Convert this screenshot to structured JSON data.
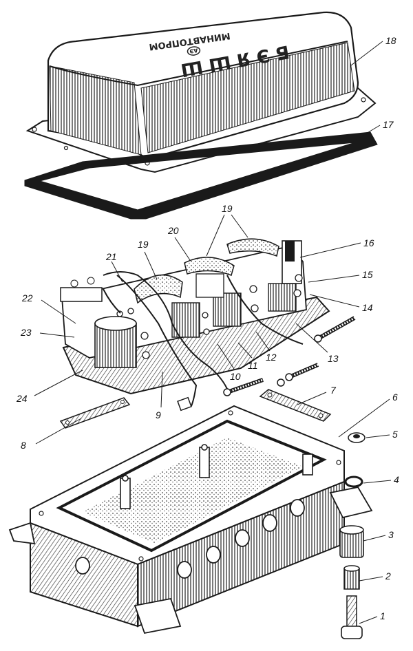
{
  "cover": {
    "maker_text": "МИНАВТОПРОМ",
    "logo_text": "АЭ",
    "model_text": "Б Э Я Ш Ш"
  },
  "callouts": [
    "1",
    "2",
    "3",
    "4",
    "5",
    "6",
    "7",
    "8",
    "9",
    "10",
    "11",
    "12",
    "13",
    "14",
    "15",
    "16",
    "17",
    "18",
    "19",
    "19",
    "20",
    "21",
    "22",
    "23",
    "24"
  ]
}
